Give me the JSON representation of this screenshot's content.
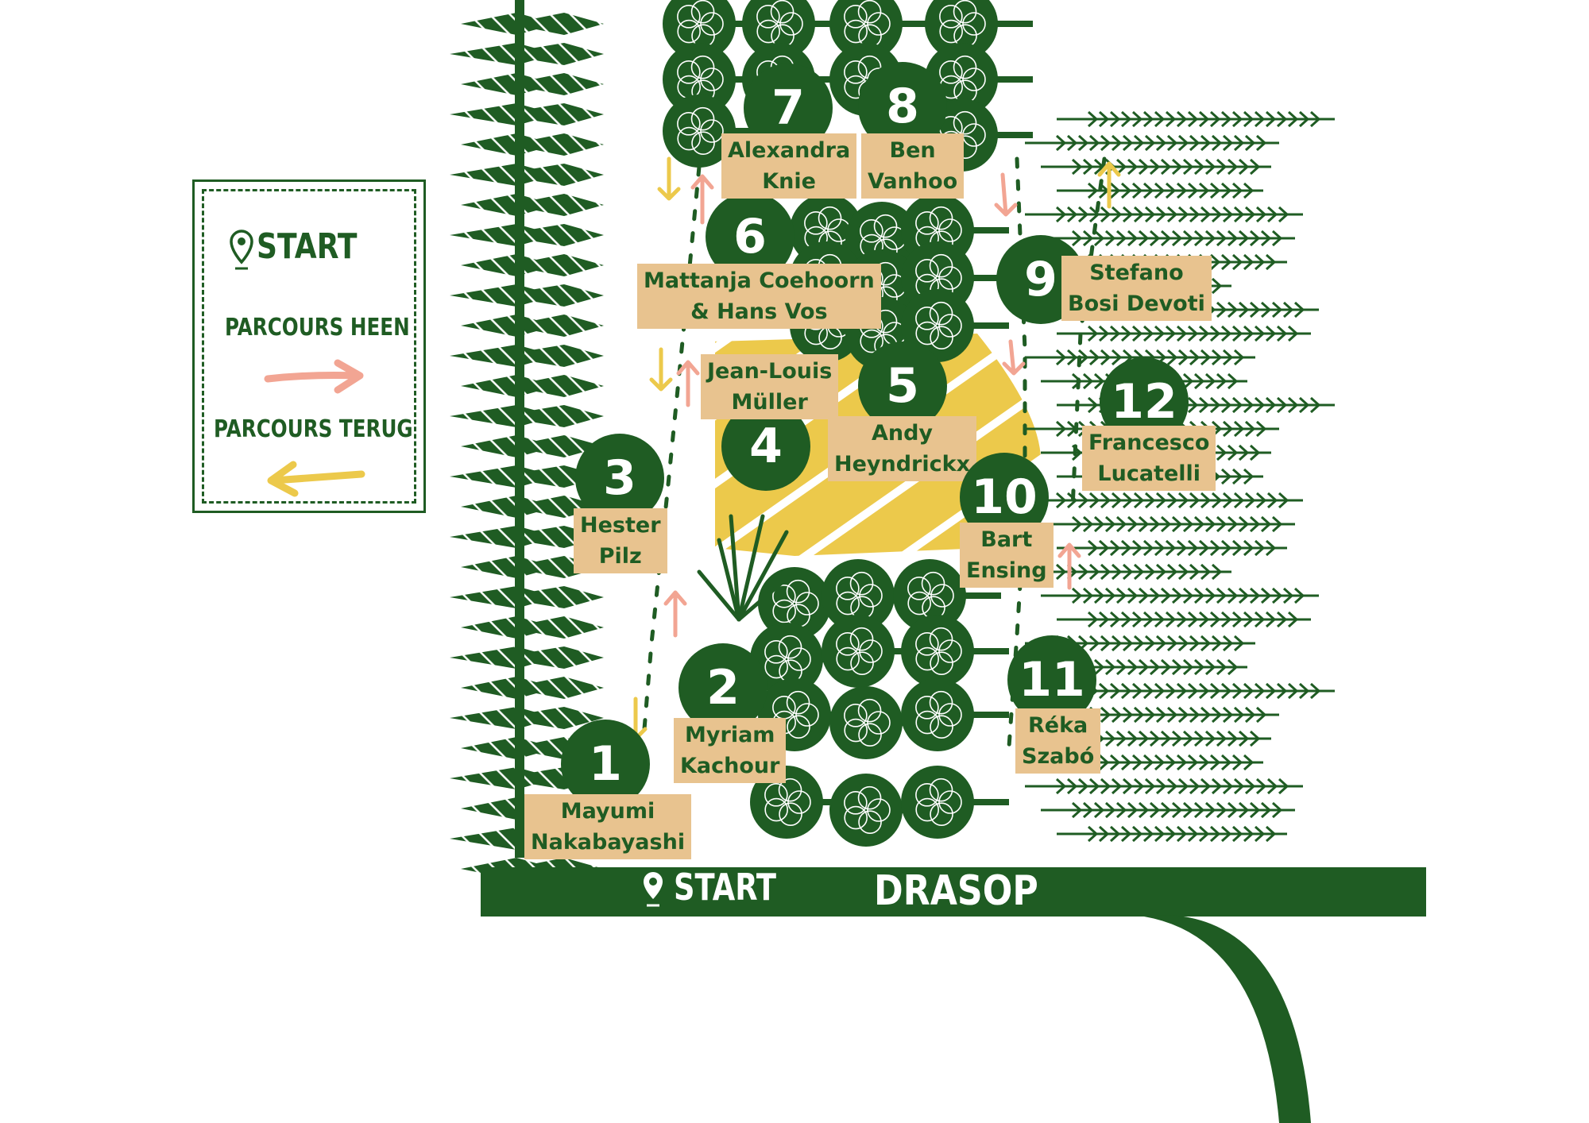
{
  "legend": {
    "start": "START",
    "route_out": "PARCOURS HEEN",
    "route_back": "PARCOURS TERUG",
    "start_icon": "location-pin-icon",
    "route_out_color": "#f2a593",
    "route_back_color": "#ecc94b"
  },
  "road": {
    "start": "START",
    "name": "DRASOP",
    "color": "#1f5c23"
  },
  "stops": [
    {
      "number": "1",
      "line1": "Mayumi",
      "line2": "Nakabayashi"
    },
    {
      "number": "2",
      "line1": "Myriam",
      "line2": "Kachour"
    },
    {
      "number": "3",
      "line1": "Hester",
      "line2": "Pilz"
    },
    {
      "number": "4",
      "line1": "Jean-Louis",
      "line2": "Müller"
    },
    {
      "number": "5",
      "line1": "Andy",
      "line2": "Heyndrickx"
    },
    {
      "number": "6",
      "line1": "Mattanja Coehoorn",
      "line2": "& Hans Vos"
    },
    {
      "number": "7",
      "line1": "Alexandra",
      "line2": "Knie"
    },
    {
      "number": "8",
      "line1": "Ben",
      "line2": "Vanhoo"
    },
    {
      "number": "9",
      "line1": "Stefano",
      "line2": "Bosi Devoti"
    },
    {
      "number": "10",
      "line1": "Bart",
      "line2": "Ensing"
    },
    {
      "number": "11",
      "line1": "Réka",
      "line2": "Szabó"
    },
    {
      "number": "12",
      "line1": "Francesco",
      "line2": "Lucatelli"
    }
  ],
  "colors": {
    "forest": "#1f5c23",
    "field": "#ecc94b",
    "label_bg": "#e8c38f"
  }
}
